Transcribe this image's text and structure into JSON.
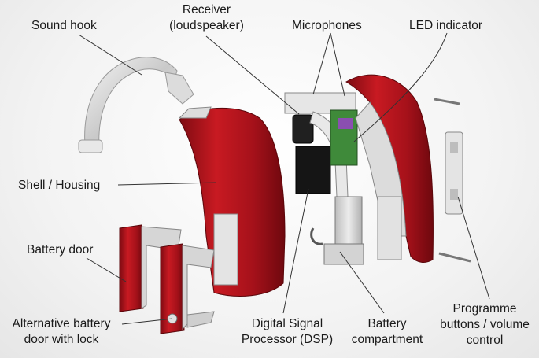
{
  "labels": {
    "sound_hook": "Sound hook",
    "receiver_l1": "Receiver",
    "receiver_l2": "(loudspeaker)",
    "microphones": "Microphones",
    "led_indicator": "LED indicator",
    "shell_housing": "Shell / Housing",
    "battery_door": "Battery door",
    "alt_door_l1": "Alternative battery",
    "alt_door_l2": "door with lock",
    "dsp_l1": "Digital Signal",
    "dsp_l2": "Processor (DSP)",
    "battery_l1": "Battery",
    "battery_l2": "compartment",
    "programme_l1": "Programme",
    "programme_l2": "buttons / volume",
    "programme_l3": "control"
  },
  "colors": {
    "shell_red": "#b5121b",
    "shell_dark": "#7a0a10",
    "plastic_grey": "#d9d9d9",
    "dsp_black": "#151515",
    "pcb_green": "#3f8a3a",
    "leader_line": "#333333"
  }
}
